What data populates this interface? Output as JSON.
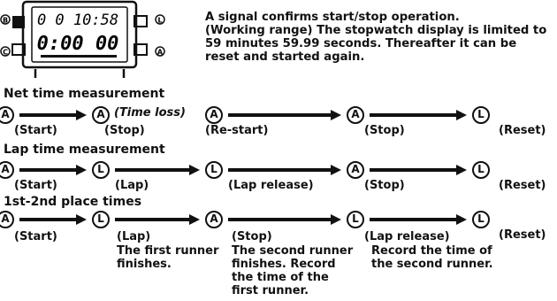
{
  "watch": {
    "side_labels": {
      "top_left": "B",
      "bottom_left": "C",
      "top_right": "L",
      "bottom_right": "A"
    },
    "display_top": "0 0 10:58",
    "display_bottom": "0:00 00"
  },
  "signal_text": {
    "line1": "A signal confirms start/stop operation.",
    "line2": "(Working range) The stopwatch display is limited to 59 minutes 59.99 seconds. Thereafter it can be reset and started again."
  },
  "sections": [
    {
      "title": "Net time measurement",
      "nodes": [
        "A",
        "A",
        "A",
        "A",
        "L"
      ],
      "labels": [
        "(Start)",
        "(Stop)",
        "(Re-start)",
        "(Stop)",
        "(Reset)"
      ],
      "note": "(Time loss)"
    },
    {
      "title": "Lap time measurement",
      "nodes": [
        "A",
        "L",
        "L",
        "A",
        "L"
      ],
      "labels": [
        "(Start)",
        "(Lap)",
        "(Lap release)",
        "(Stop)",
        "(Reset)"
      ]
    },
    {
      "title": "1st-2nd place times",
      "nodes": [
        "A",
        "L",
        "A",
        "L",
        "L"
      ],
      "labels": [
        "(Start)",
        "(Lap)",
        "(Stop)",
        "(Lap release)",
        "(Reset)"
      ],
      "descriptions": [
        "The first runner finishes.",
        "The second runner finishes. Record the time of the first runner.",
        "Record the time of the second runner."
      ]
    }
  ]
}
